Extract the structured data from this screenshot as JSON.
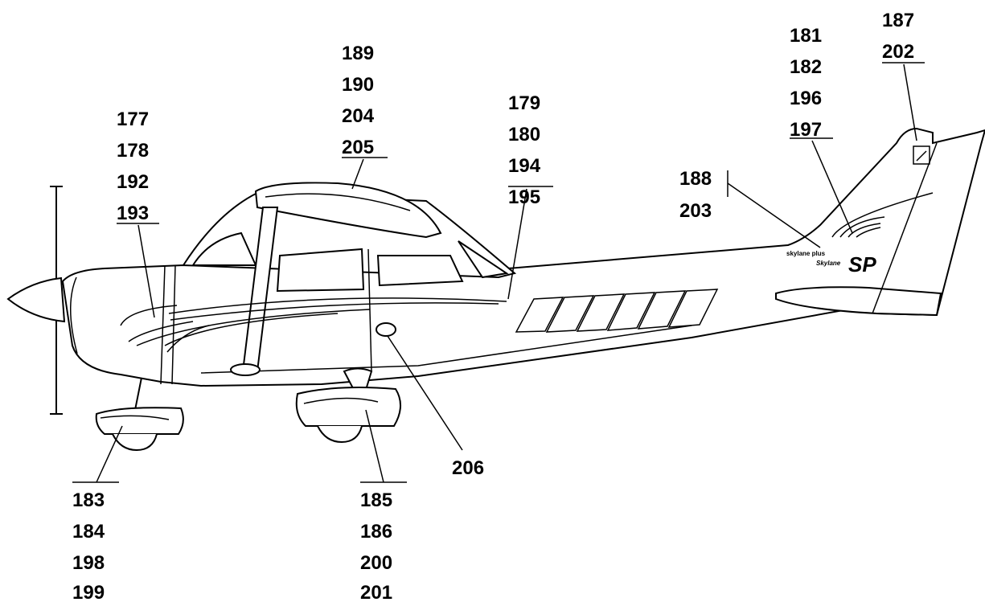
{
  "groups": {
    "cowl_stripe": [
      "177",
      "178",
      "192",
      "193"
    ],
    "cabin_top": [
      "189",
      "190",
      "204",
      "205"
    ],
    "fuselage_stripe": [
      "179",
      "180",
      "194",
      "195"
    ],
    "tail_swoosh": [
      "181",
      "182",
      "196",
      "197"
    ],
    "tail_tip": [
      "187",
      "202"
    ],
    "tail_logo": [
      "188",
      "203"
    ],
    "nose_gear": [
      "183",
      "184",
      "198",
      "199"
    ],
    "main_gear": [
      "185",
      "186",
      "200",
      "201"
    ],
    "fuel_cap": [
      "206"
    ]
  },
  "logo": {
    "small_text": "skylane plus",
    "script_text": "Skylane",
    "sp_text": "SP"
  }
}
